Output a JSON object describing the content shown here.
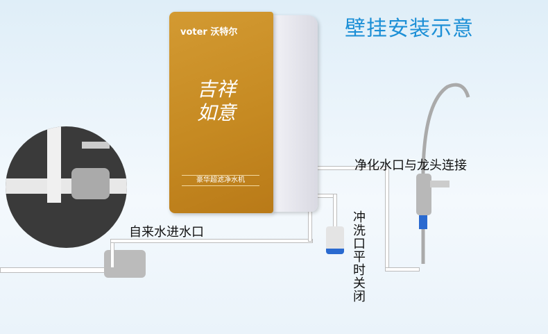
{
  "title": "壁挂安装示意",
  "device": {
    "brand": "voter",
    "brand_cn": "沃特尔",
    "motto": "吉祥如意",
    "plaque": "豪华超滤净水机"
  },
  "labels": {
    "outlet": "净化水口与龙头连接",
    "inlet": "自来水进水口",
    "flush": "冲洗口平时关闭"
  }
}
